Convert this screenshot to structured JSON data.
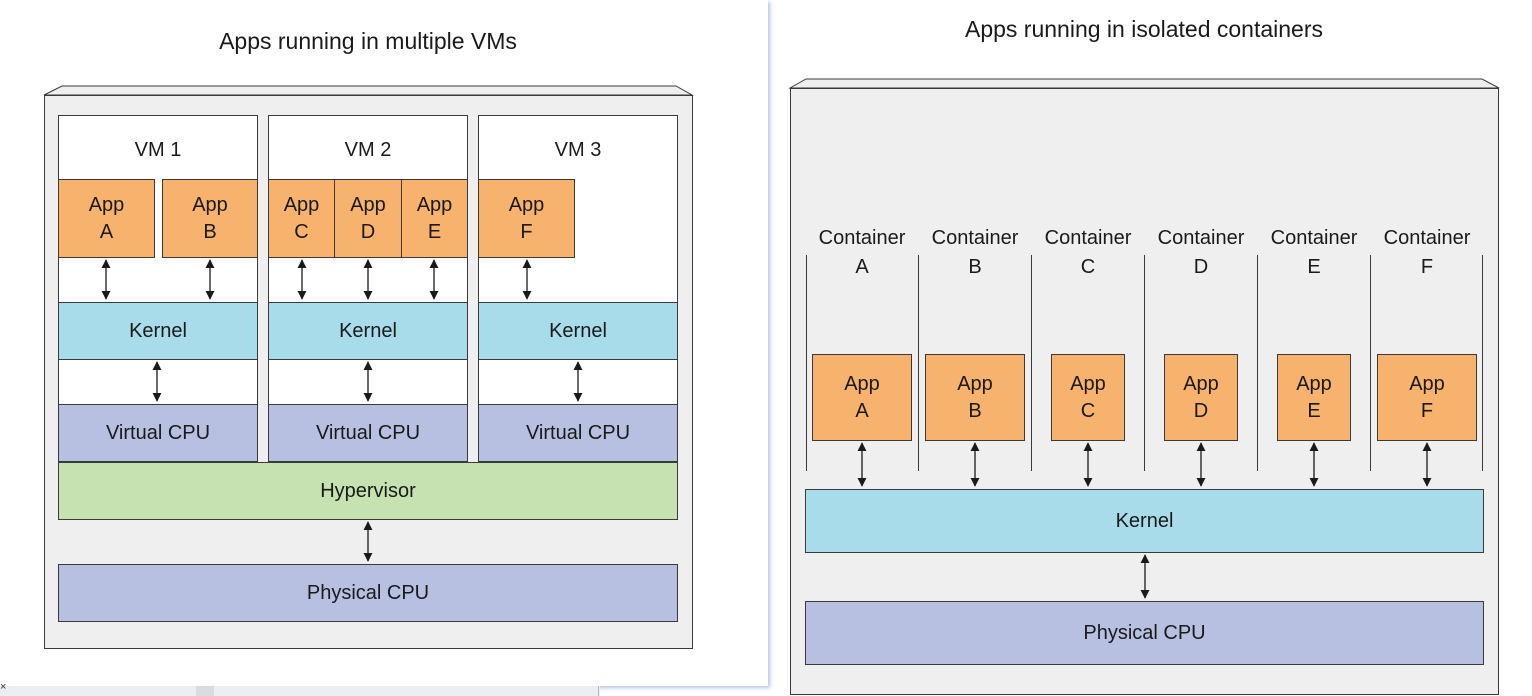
{
  "vm_panel": {
    "title": "Apps running in multiple VMs",
    "vms": [
      {
        "name": "VM 1",
        "apps": [
          {
            "line1": "App",
            "line2": "A"
          },
          {
            "line1": "App",
            "line2": "B"
          }
        ],
        "kernel": "Kernel",
        "vcpu": "Virtual CPU"
      },
      {
        "name": "VM 2",
        "apps": [
          {
            "line1": "App",
            "line2": "C"
          },
          {
            "line1": "App",
            "line2": "D"
          },
          {
            "line1": "App",
            "line2": "E"
          }
        ],
        "kernel": "Kernel",
        "vcpu": "Virtual CPU"
      },
      {
        "name": "VM 3",
        "apps": [
          {
            "line1": "App",
            "line2": "F"
          }
        ],
        "kernel": "Kernel",
        "vcpu": "Virtual CPU"
      }
    ],
    "hypervisor": "Hypervisor",
    "physical_cpu": "Physical CPU"
  },
  "container_panel": {
    "title": "Apps running in isolated containers",
    "containers": [
      {
        "line1": "Container",
        "line2": "A",
        "app1": "App",
        "app2": "A"
      },
      {
        "line1": "Container",
        "line2": "B",
        "app1": "App",
        "app2": "B"
      },
      {
        "line1": "Container",
        "line2": "C",
        "app1": "App",
        "app2": "C"
      },
      {
        "line1": "Container",
        "line2": "D",
        "app1": "App",
        "app2": "D"
      },
      {
        "line1": "Container",
        "line2": "E",
        "app1": "App",
        "app2": "E"
      },
      {
        "line1": "Container",
        "line2": "F",
        "app1": "App",
        "app2": "F"
      }
    ],
    "kernel": "Kernel",
    "physical_cpu": "Physical CPU"
  },
  "colors": {
    "app": "#f7b26e",
    "kernel": "#a8dcea",
    "cpu": "#b8c0e2",
    "hypervisor": "#c6e2b1",
    "server": "#efefef"
  },
  "overlay": {
    "close_glyph": "×"
  }
}
